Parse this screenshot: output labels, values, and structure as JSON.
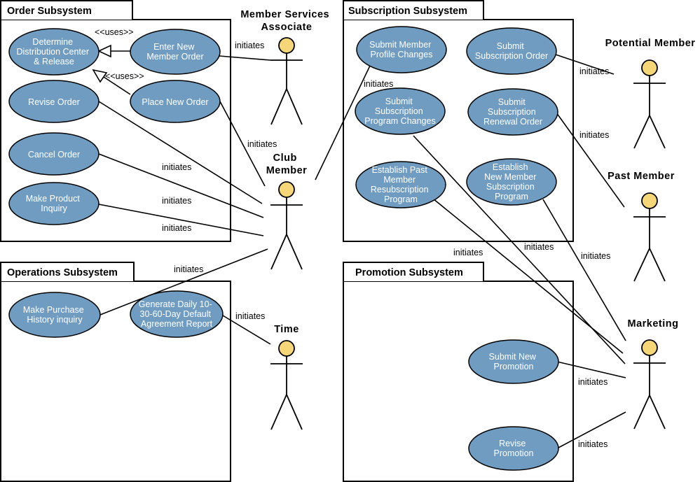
{
  "colors": {
    "usecase_fill": "#6f9cc0",
    "usecase_stroke": "#000000",
    "actor_head": "#f5d77a",
    "line": "#000000"
  },
  "subsystems": {
    "order": "Order Subsystem",
    "subscription": "Subscription Subsystem",
    "operations": "Operations Subsystem",
    "promotion": "Promotion Subsystem"
  },
  "actors": {
    "member_services": [
      "Member Services",
      "Associate"
    ],
    "club_member": [
      "Club",
      "Member"
    ],
    "potential_member": [
      "Potential Member"
    ],
    "past_member": [
      "Past Member"
    ],
    "time": [
      "Time"
    ],
    "marketing": [
      "Marketing"
    ]
  },
  "use_cases": {
    "determine_distribution": [
      "Determine",
      "Distribution Center",
      "& Release"
    ],
    "enter_new_member_order": [
      "Enter New",
      "Member Order"
    ],
    "revise_order": [
      "Revise Order"
    ],
    "place_new_order": [
      "Place New Order"
    ],
    "cancel_order": [
      "Cancel Order"
    ],
    "make_product_inquiry": [
      "Make Product",
      "Inquiry"
    ],
    "submit_member_profile_changes": [
      "Submit Member",
      "Profile Changes"
    ],
    "submit_subscription_order": [
      "Submit",
      "Subscription Order"
    ],
    "submit_subscription_program_changes": [
      "Submit",
      "Subscription",
      "Program Changes"
    ],
    "submit_subscription_renewal_order": [
      "Submit",
      "Subscription",
      "Renewal Order"
    ],
    "establish_past_member_resubscription": [
      "Establish Past",
      "Member",
      "Resubscription",
      "Program"
    ],
    "establish_new_member_subscription": [
      "Establish",
      "New Member",
      "Subscription",
      "Program"
    ],
    "make_purchase_history_inquiry": [
      "Make Purchase",
      "History inquiry"
    ],
    "generate_daily_report": [
      "Generate Daily 10-",
      "30-60-Day Default",
      "Agreement Report"
    ],
    "submit_new_promotion": [
      "Submit New",
      "Promotion"
    ],
    "revise_promotion": [
      "Revise",
      "Promotion"
    ]
  },
  "relations": {
    "uses": "<<uses>>",
    "initiates": "initiates"
  }
}
